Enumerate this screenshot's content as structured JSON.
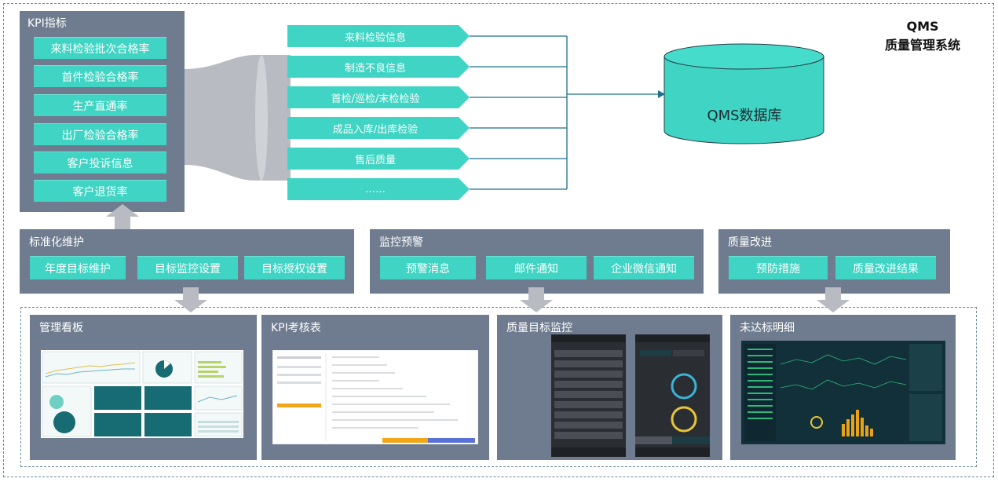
{
  "header": {
    "title_line1": "QMS",
    "title_line2": "质量管理系统"
  },
  "kpi_panel": {
    "title": "KPI指标",
    "items": [
      "来料检验批次合格率",
      "首件检验合格率",
      "生产直通率",
      "出厂检验合格率",
      "客户投诉信息",
      "客户退货率"
    ]
  },
  "flow_items": [
    "来料检验信息",
    "制造不良信息",
    "首检/巡检/末检检验",
    "成品入库/出库检验",
    "售后质量",
    "……"
  ],
  "database": {
    "label": "QMS数据库"
  },
  "modules": {
    "standard": {
      "title": "标准化维护",
      "buttons": [
        "年度目标维护",
        "目标监控设置",
        "目标授权设置"
      ]
    },
    "monitor": {
      "title": "监控预警",
      "buttons": [
        "预警消息",
        "邮件通知",
        "企业微信通知"
      ]
    },
    "improve": {
      "title": "质量改进",
      "buttons": [
        "预防措施",
        "质量改进结果"
      ]
    }
  },
  "cards": [
    "管理看板",
    "KPI考核表",
    "质量目标监控",
    "未达标明细"
  ],
  "colors": {
    "panel": "#6f7c8f",
    "accent": "#3fd4c3",
    "frame": "#6b8a97"
  }
}
